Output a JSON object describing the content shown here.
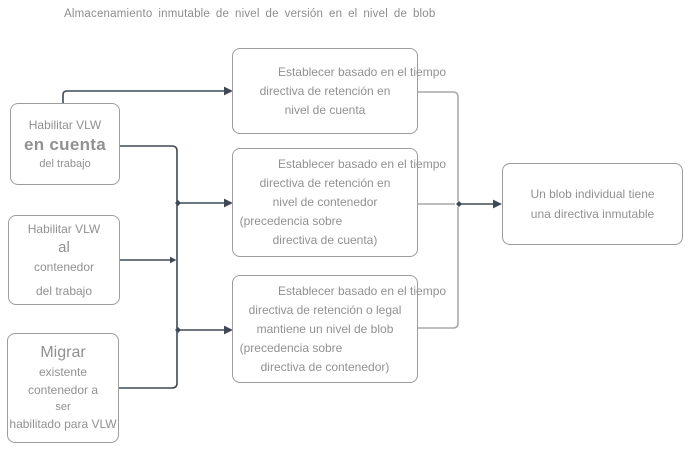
{
  "title": "Almacenamiento inmutable de nivel de versión en el nivel de blob",
  "colors": {
    "box_border": "#9c9c9c",
    "text": "#919191",
    "connector_dark": "#3f4956",
    "connector_light": "#a9a9a9",
    "background": "#ffffff"
  },
  "nodes": {
    "left1": {
      "lines": [
        "Habilitar VLW",
        "en cuenta",
        "del trabajo"
      ]
    },
    "left2": {
      "lines": [
        "Habilitar VLW",
        "al",
        "contenedor",
        "del trabajo"
      ]
    },
    "left3": {
      "lines": [
        "Migrar",
        "existente",
        "contenedor a",
        "ser",
        "habilitado para VLW"
      ]
    },
    "mid1": {
      "lines": [
        "Establecer basado en el tiempo",
        "directiva de retención en",
        "nivel de cuenta"
      ]
    },
    "mid2": {
      "lines": [
        "Establecer basado en el tiempo",
        "directiva de retención en",
        "nivel de contenedor",
        "(precedencia sobre",
        "directiva de cuenta)"
      ]
    },
    "mid3": {
      "lines": [
        "Establecer basado en el tiempo",
        "directiva de retención o legal",
        "mantiene un nivel de blob",
        "(precedencia sobre",
        "directiva de contenedor)"
      ]
    },
    "right1": {
      "lines": [
        "Un blob individual tiene",
        "una directiva inmutable"
      ]
    }
  }
}
